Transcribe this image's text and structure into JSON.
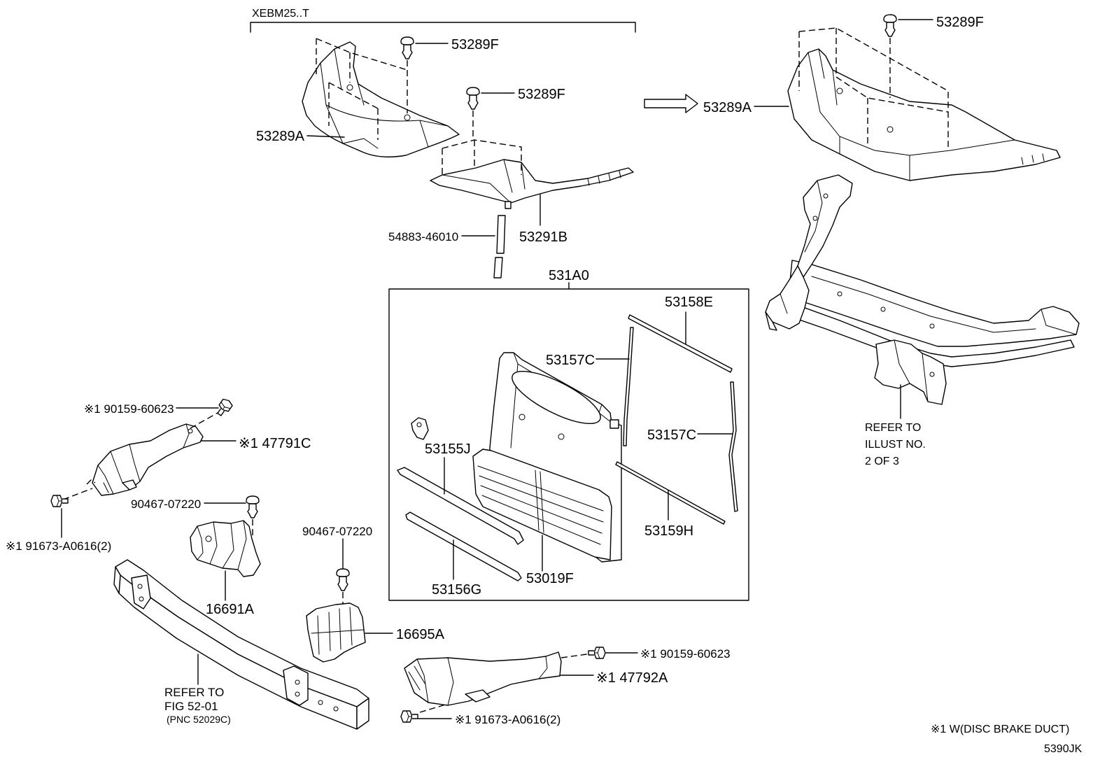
{
  "diagram": {
    "variant_label": "XEBM25..T",
    "group_label": "531A0",
    "footnote": "※1 W(DISC BRAKE DUCT)",
    "diagram_code": "5390JK"
  },
  "callouts": {
    "clip_upper_left_a": "53289F",
    "clip_upper_left_b": "53289F",
    "clip_upper_right": "53289F",
    "undercover_left": "53289A",
    "undercover_right": "53289A",
    "cover_center": "53291B",
    "hose": "54883-46010",
    "seal_top": "53158E",
    "seal_side_left": "53157C",
    "seal_side_right": "53157C",
    "seal_upper_long": "53155J",
    "seal_lower_right": "53159H",
    "shutter": "53019F",
    "seal_lower_left": "53156G",
    "bolt_duct_left_upper": "※1 90159-60623",
    "duct_left": "※1 47791C",
    "clip_bracket_left": "90467-07220",
    "bolt_duct_left_lower": "※1 91673-A0616(2)",
    "bracket_left": "16691A",
    "clip_bracket_right": "90467-07220",
    "bracket_right": "16695A",
    "bolt_duct_right_upper": "※1 90159-60623",
    "duct_right": "※1 47792A",
    "bolt_duct_right_lower": "※1 91673-A0616(2)"
  },
  "references": {
    "support_lines": [
      "REFER TO",
      "ILLUST NO.",
      "2 OF 3"
    ],
    "reinforcement_lines": [
      "REFER TO",
      "FIG 52-01",
      "(PNC 52029C)"
    ]
  }
}
